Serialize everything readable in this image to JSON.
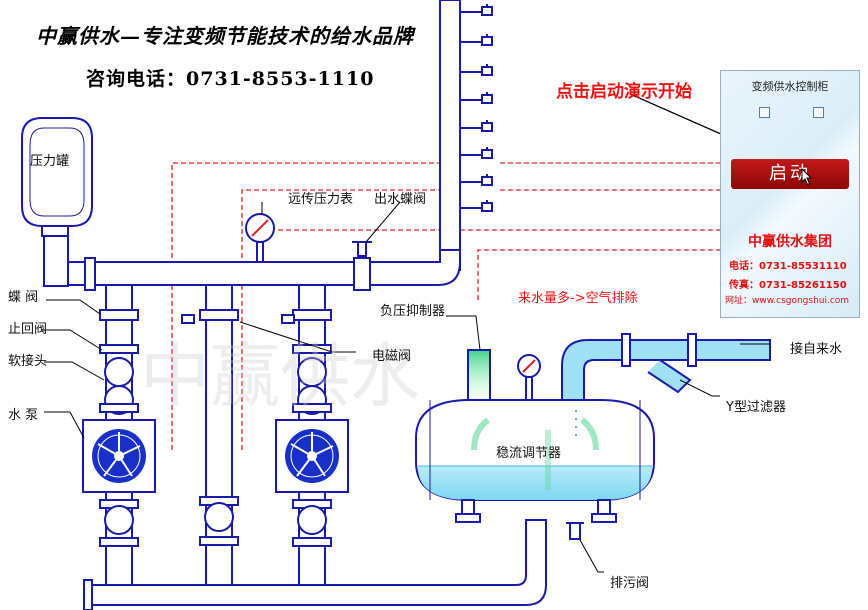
{
  "header": {
    "brand": "中赢供水—专注变频节能技术的给水品牌",
    "hotline": "咨询电话：0731-8553-1110"
  },
  "prompt": "点击启动演示开始",
  "inflow_note": "来水量多->空气排除",
  "labels": {
    "pressure_tank": "压力罐",
    "remote_gauge": "远传压力表",
    "outlet_butterfly_valve": "出水蝶阀",
    "butterfly_valve": "蝶  阀",
    "check_valve": "止回阀",
    "soft_joint": "软接头",
    "pump": "水  泵",
    "solenoid_valve": "电磁阀",
    "negative_pressure_suppressor": "负压抑制器",
    "stabilizer": "稳流调节器",
    "y_filter": "Y型过滤器",
    "tap_water_inlet": "接自来水",
    "drain_valve": "排污阀"
  },
  "control_panel": {
    "title": "变频供水控制柜",
    "start_label": "启动",
    "company": "中赢供水集团",
    "phone": "电话：0731-85531110",
    "fax": "传真：0731-85261150",
    "website": "网址：www.csgongshui.com"
  },
  "colors": {
    "pipe_fill": "#ffffff",
    "pipe_stroke": "#1a1aa8",
    "water": "#9fe0f5",
    "signal_line": "#e02020",
    "accent_red": "#ee1111"
  }
}
